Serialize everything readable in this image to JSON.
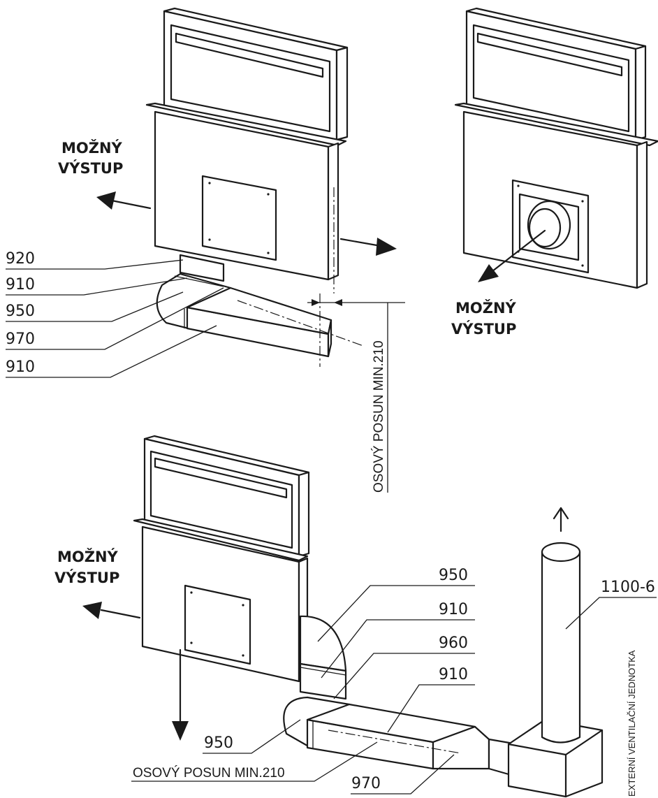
{
  "top_left": {
    "outlet_label": [
      "MOŽNÝ",
      "VÝSTUP"
    ],
    "callouts": [
      "920",
      "910",
      "950",
      "970",
      "910"
    ],
    "offset_label": "OSOVÝ POSUN MIN.210"
  },
  "top_right": {
    "outlet_label": [
      "MOŽNÝ",
      "VÝSTUP"
    ]
  },
  "bottom": {
    "outlet_label": [
      "MOŽNÝ",
      "VÝSTUP"
    ],
    "callouts_right": [
      "950",
      "910",
      "960",
      "910"
    ],
    "callout_left": "950",
    "offset_label": "OSOVÝ POSUN MIN.210",
    "callout_970": "970",
    "callout_1100": "1100-6",
    "external_unit_label": "EXTERNÍ VENTILAČNÍ JEDNOTKA"
  }
}
